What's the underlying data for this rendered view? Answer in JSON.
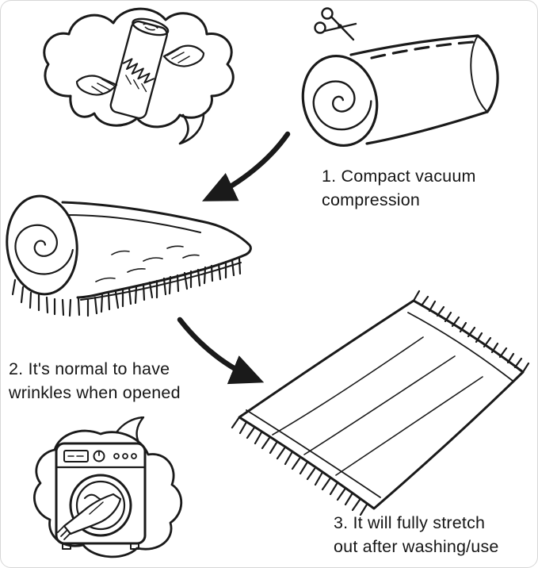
{
  "canvas": {
    "background": "#ffffff",
    "ink": "#1a1a1a",
    "border": "#d6d6d6"
  },
  "steps": {
    "step1": {
      "lines": [
        "1. Compact vacuum",
        "compression"
      ]
    },
    "step2": {
      "lines": [
        "2. It's normal to have",
        "wrinkles when opened"
      ]
    },
    "step3": {
      "lines": [
        "3. It will fully stretch",
        "out after washing/use"
      ]
    }
  },
  "illustrations": {
    "thought_bubble": "hands tearing open vacuum-sealed blanket roll",
    "compressed_roll": "compressed blanket roll with scissors-icon and dashed cut line",
    "unrolled_blanket": "partially unrolled fringed blanket",
    "spread_blanket": "fully spread fringed blanket",
    "washer_bubble": "washing-machine-icon with blanket in speech bubble"
  }
}
